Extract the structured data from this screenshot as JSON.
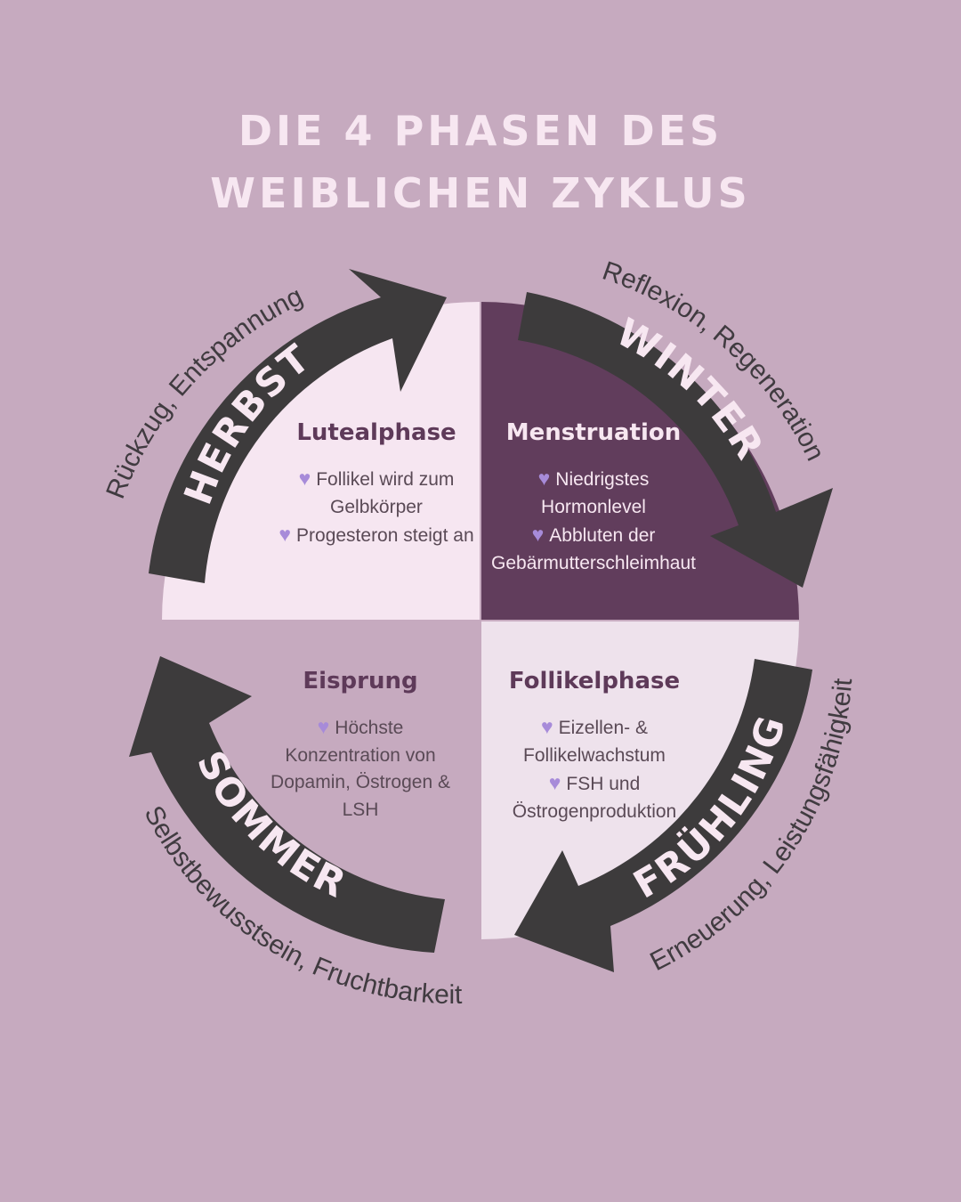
{
  "title": "DIE 4 PHASEN DES WEIBLICHEN ZYKLUS",
  "colors": {
    "background": "#c6aabf",
    "quadrant_top_left": "#f6e6f1",
    "quadrant_top_right": "#613d5c",
    "quadrant_bottom_right": "#eee2ec",
    "arrow": "#3d3b3c",
    "heart": "#a78bd9",
    "title": "#f7e7f1"
  },
  "seasons": {
    "herbst": {
      "name": "HERBST",
      "keywords": "Rückzug, Entspannung"
    },
    "winter": {
      "name": "WINTER",
      "keywords": "Reflexion, Regeneration"
    },
    "fruehling": {
      "name": "FRÜHLING",
      "keywords": "Erneuerung, Leistungsfähigkeit"
    },
    "sommer": {
      "name": "SOMMER",
      "keywords": "Selbstbewusstsein, Fruchtbarkeit"
    }
  },
  "phases": {
    "luteal": {
      "title": "Lutealphase",
      "lines": [
        "Follikel wird zum",
        "Gelbkörper",
        "Progesteron steigt an"
      ]
    },
    "menstruation": {
      "title": "Menstruation",
      "lines": [
        "Niedrigstes",
        "Hormonlevel",
        "Abbluten der",
        "Gebärmutterschleimhaut"
      ]
    },
    "ovulation": {
      "title": "Eisprung",
      "lines": [
        "Höchste",
        "Konzentration von",
        "Dopamin, Östrogen &",
        "LSH"
      ]
    },
    "follicular": {
      "title": "Follikelphase",
      "lines": [
        "Eizellen- &",
        "Follikelwachstum",
        "FSH und",
        "Östrogenproduktion"
      ]
    }
  }
}
